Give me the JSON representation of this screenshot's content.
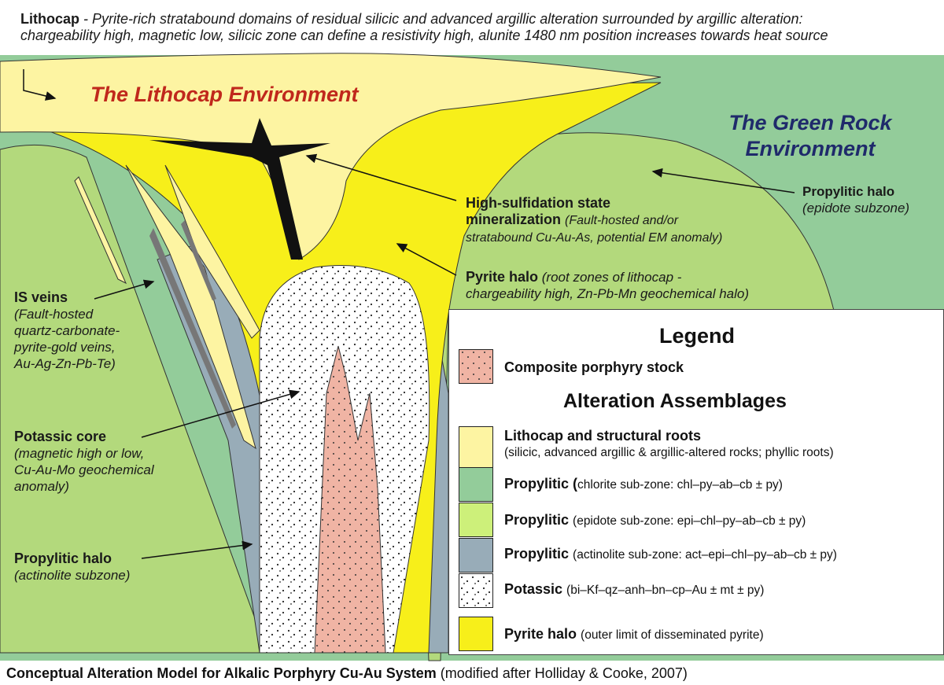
{
  "top_note": {
    "name": "Lithocap",
    "desc_line1": " - Pyrite-rich stratabound domains of residual silicic and advanced argillic alteration surrounded by argillic alteration:",
    "desc_line2": "chargeability high, magnetic low, silicic zone can define a resistivity high, alunite 1480 nm position increases towards heat source"
  },
  "environments": {
    "lithocap": "The Lithocap Environment",
    "green_rock_line1": "The Green Rock",
    "green_rock_line2": "Environment"
  },
  "annotations": {
    "propylitic_epidote": {
      "name": "Propylitic halo",
      "desc": "(epidote subzone)"
    },
    "high_sulfidation": {
      "name_line1": "High-sulfidation state",
      "name_line2": "mineralization",
      "desc_line1": "(Fault-hosted and/or",
      "desc_line2": "stratabound Cu-Au-As, potential EM anomaly)"
    },
    "pyrite_halo": {
      "name": "Pyrite halo",
      "desc_line1": "(root zones of lithocap -",
      "desc_line2": "chargeability high, Zn-Pb-Mn geochemical halo)"
    },
    "is_veins": {
      "name": "IS veins",
      "desc": [
        "(Fault-hosted",
        "quartz-carbonate-",
        "pyrite-gold veins,",
        "Au-Ag-Zn-Pb-Te)"
      ]
    },
    "potassic_core": {
      "name": "Potassic core",
      "desc": [
        "(magnetic high or low,",
        "Cu-Au-Mo geochemical",
        "anomaly)"
      ]
    },
    "propylitic_actinolite": {
      "name": "Propylitic halo",
      "desc": "(actinolite subzone)"
    }
  },
  "legend": {
    "title": "Legend",
    "stock": "Composite porphyry stock",
    "assemblages_title": "Alteration Assemblages",
    "items": [
      {
        "name": "Lithocap and structural roots",
        "desc": "",
        "desc_line2": "(silicic, advanced argillic & argillic-altered rocks; phyllic roots)",
        "color": "#fdf4a2"
      },
      {
        "name": "Propylitic (",
        "desc": "chlorite sub-zone: chl–py–ab–cb ± py)",
        "color": "#93cc9a"
      },
      {
        "name": "Propylitic ",
        "desc": "(epidote sub-zone: epi–chl–py–ab–cb ± py)",
        "color": "#cdf07a"
      },
      {
        "name": "Propylitic ",
        "desc": "(actinolite sub-zone: act–epi–chl–py–ab–cb ± py)",
        "color": "#98acb8"
      },
      {
        "name": "Potassic ",
        "desc": "(bi–Kf–qz–anh–bn–cp–Au ± mt ± py)",
        "color": "#ffffff"
      },
      {
        "name": "Pyrite halo ",
        "desc": "(outer limit of disseminated pyrite)",
        "color": "#f7ef1a"
      }
    ]
  },
  "caption": {
    "title": "Conceptual Alteration Model for Alkalic Porphyry Cu-Au System",
    "source": "  (modified after Holliday & Cooke, 2007)"
  },
  "colors": {
    "lithocap": "#fdf4a2",
    "chlorite": "#93cc9a",
    "epidote": "#b3d97c",
    "actinolite": "#98acb8",
    "pyrite": "#f7ef1a",
    "stock": "#f0b4a4",
    "vein": "#111111"
  }
}
